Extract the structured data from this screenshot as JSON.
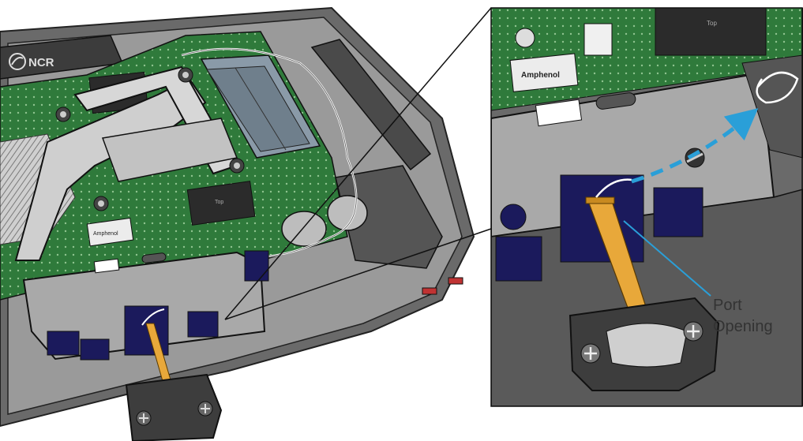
{
  "brand": {
    "logo_text": "NCR"
  },
  "board": {
    "connector_brand": "Amphenol",
    "chip_label": "Top"
  },
  "callout": {
    "label_line1": "Port",
    "label_line2": "Opening"
  },
  "colors": {
    "background": "#ffffff",
    "chassis": "#5f5f5f",
    "chassis_light": "#8e8e8e",
    "pcb_green": "#2f7a3b",
    "pad_navy": "#1b1a5c",
    "flex_cable": "#e8a83a",
    "arrow_blue": "#2a9fd8",
    "heatsink": "#c9c9c9"
  },
  "icons": {
    "screw": "screw-icon",
    "arrow": "dashed-arrow"
  }
}
